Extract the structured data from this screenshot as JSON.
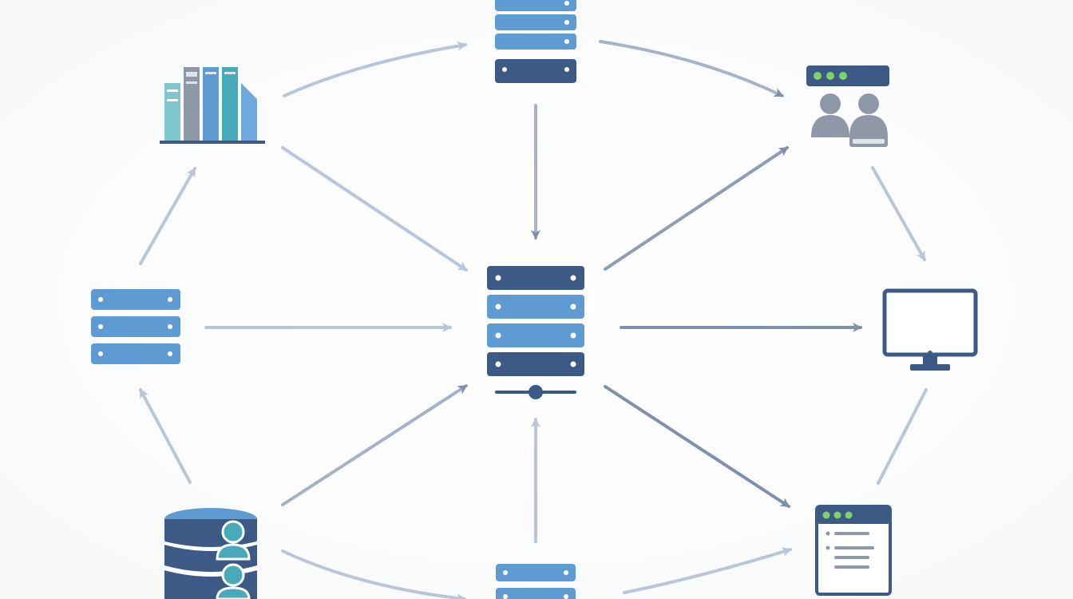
{
  "diagram": {
    "type": "network-topology",
    "nodes": [
      {
        "id": "hub",
        "icon": "server-rack-with-network-icon"
      },
      {
        "id": "top",
        "icon": "server-rack-icon"
      },
      {
        "id": "library",
        "icon": "books-icon"
      },
      {
        "id": "left",
        "icon": "server-rack-icon"
      },
      {
        "id": "database",
        "icon": "database-users-icon"
      },
      {
        "id": "bottom",
        "icon": "server-rack-icon"
      },
      {
        "id": "users-window",
        "icon": "users-window-icon"
      },
      {
        "id": "monitor",
        "icon": "monitor-icon"
      },
      {
        "id": "browser",
        "icon": "browser-window-icon"
      }
    ],
    "edges": [
      {
        "from": "library",
        "to": "top"
      },
      {
        "from": "top",
        "to": "users-window"
      },
      {
        "from": "users-window",
        "to": "monitor"
      },
      {
        "from": "monitor",
        "to": "browser"
      },
      {
        "from": "bottom",
        "to": "browser"
      },
      {
        "from": "database",
        "to": "bottom"
      },
      {
        "from": "database",
        "to": "left"
      },
      {
        "from": "left",
        "to": "library"
      },
      {
        "from": "top",
        "to": "hub"
      },
      {
        "from": "library",
        "to": "hub"
      },
      {
        "from": "left",
        "to": "hub"
      },
      {
        "from": "database",
        "to": "hub"
      },
      {
        "from": "bottom",
        "to": "hub"
      },
      {
        "from": "hub",
        "to": "users-window"
      },
      {
        "from": "hub",
        "to": "monitor"
      },
      {
        "from": "hub",
        "to": "browser"
      }
    ]
  },
  "colors": {
    "dark_blue": "#3d5a86",
    "mid_blue": "#5f9bd3",
    "teal": "#48a9b8",
    "gray": "#8f98a6",
    "arrow_light": "#b7c6d8",
    "arrow_dark": "#7f90ab",
    "green_dot": "#7ed36b"
  }
}
